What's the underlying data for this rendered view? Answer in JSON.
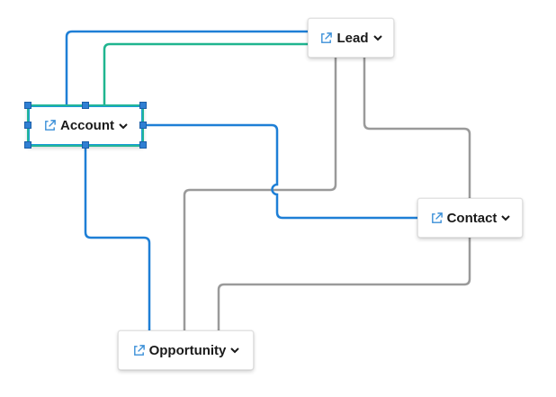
{
  "colors": {
    "primary_link": "#1e7fd6",
    "secondary_link": "#1fb58f",
    "neutral_link": "#9a9a9a",
    "icon": "#3a8fd8",
    "selection": "#22b59a"
  },
  "nodes": {
    "lead": {
      "label": "Lead",
      "icon": "external-link-icon",
      "menu_icon": "chevron-down-icon"
    },
    "account": {
      "label": "Account",
      "icon": "external-link-icon",
      "menu_icon": "chevron-down-icon",
      "selected": true
    },
    "contact": {
      "label": "Contact",
      "icon": "external-link-icon",
      "menu_icon": "chevron-down-icon"
    },
    "opportunity": {
      "label": "Opportunity",
      "icon": "external-link-icon",
      "menu_icon": "chevron-down-icon"
    }
  },
  "links": [
    {
      "from": "account",
      "to": "lead",
      "style": "primary"
    },
    {
      "from": "account",
      "to": "lead",
      "style": "secondary"
    },
    {
      "from": "account",
      "to": "contact",
      "style": "primary"
    },
    {
      "from": "account",
      "to": "opportunity",
      "style": "primary"
    },
    {
      "from": "lead",
      "to": "opportunity",
      "style": "neutral"
    },
    {
      "from": "lead",
      "to": "contact",
      "style": "neutral"
    },
    {
      "from": "contact",
      "to": "opportunity",
      "style": "neutral"
    }
  ]
}
